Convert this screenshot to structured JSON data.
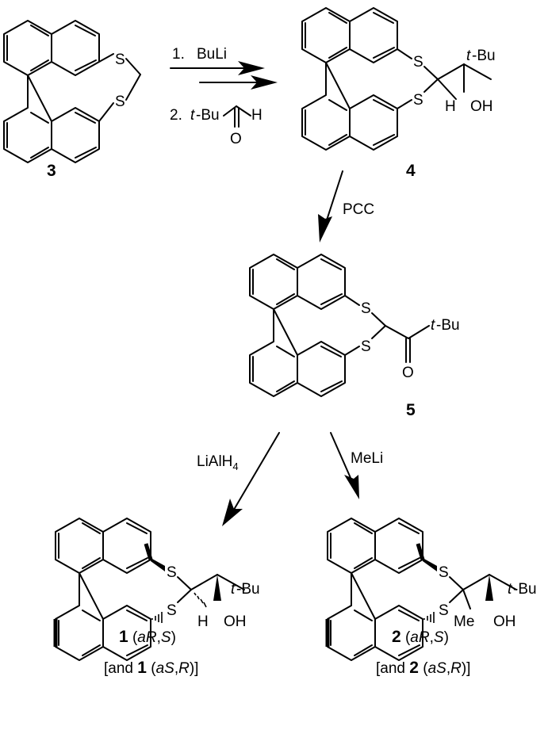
{
  "atoms": {
    "S": "S",
    "H": "H",
    "OH": "OH",
    "O": "O",
    "Me": "Me",
    "tBu": "t",
    "tBu_rest": "-Bu"
  },
  "compounds": {
    "c3": "3",
    "c4": "4",
    "c5": "5",
    "c1": {
      "num": "1",
      "open": " (",
      "a": "a",
      "R": "R",
      "comma": ",",
      "S": "S",
      "close": ")",
      "alt_open": "[and ",
      "alt_num": "1",
      "alt_paren": " (",
      "alt_a": "a",
      "alt_S": "S",
      "alt_comma": ",",
      "alt_R": "R",
      "alt_close": ")]"
    },
    "c2": {
      "num": "2",
      "open": " (",
      "a": "a",
      "R": "R",
      "comma": ",",
      "S": "S",
      "close": ")",
      "alt_open": "[and ",
      "alt_num": "2",
      "alt_paren": " (",
      "alt_a": "a",
      "alt_S": "S",
      "alt_comma": ",",
      "alt_R": "R",
      "alt_close": ")]"
    }
  },
  "reagents": {
    "step1_num": "1.",
    "step1_reagent": "BuLi",
    "step2_num": "2.",
    "step2_t": "t",
    "step2_bu": "-Bu",
    "step2_H": "H",
    "step2_O": "O",
    "pcc": "PCC",
    "lialh": "LiAlH",
    "lialh_sub": "4",
    "meli": "MeLi"
  }
}
